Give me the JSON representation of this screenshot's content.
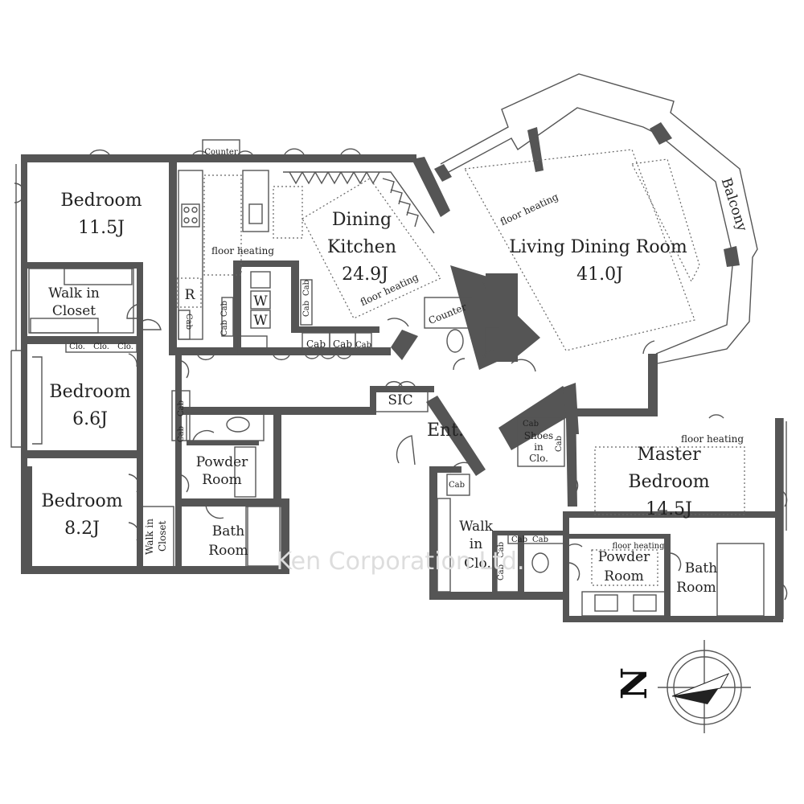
{
  "rooms": {
    "bedroom_a": {
      "name": "Bedroom",
      "size": "11.5J"
    },
    "walk_in_closet_a": {
      "line1": "Walk in",
      "line2": "Closet"
    },
    "bedroom_b": {
      "name": "Bedroom",
      "size": "6.6J"
    },
    "bedroom_c": {
      "name": "Bedroom",
      "size": "8.2J"
    },
    "walk_in_closet_b": {
      "line1": "Walk in",
      "line2": "Closet"
    },
    "powder_room_a": {
      "line1": "Powder",
      "line2": "Room"
    },
    "bath_room_a": {
      "line1": "Bath",
      "line2": "Room"
    },
    "dining_kitchen": {
      "line1": "Dining",
      "line2": "Kitchen",
      "size": "24.9J"
    },
    "living_dining_room": {
      "name": "Living Dining Room",
      "size": "41.0J"
    },
    "master_bedroom": {
      "line1": "Master",
      "line2": "Bedroom",
      "size": "14.5J"
    },
    "walk_in_clo": {
      "line1": "Walk",
      "line2": "in",
      "line3": "Clo."
    },
    "powder_room_b": {
      "line1": "Powder",
      "line2": "Room"
    },
    "bath_room_b": {
      "line1": "Bath",
      "line2": "Room"
    },
    "shoes_in_clo": {
      "line1": "Shoes",
      "line2": "in",
      "line3": "Clo."
    }
  },
  "labels": {
    "counter_top": "Counter",
    "counter_mid": "Counter",
    "floor_heating_kitchen": "floor heating",
    "floor_heating_dining": "floor heating",
    "floor_heating_living": "floor heating",
    "floor_heating_master": "floor heating",
    "floor_heating_powder": "floor heating",
    "balcony": "Balcony",
    "entrance": "Ent.",
    "sic": "SIC",
    "refrigerator": "R",
    "washer1": "W",
    "washer2": "W",
    "clo1": "Clo.",
    "clo2": "Clo.",
    "clo3": "Clo.",
    "cab": "Cab",
    "north": "N",
    "watermark": "Ken Corporation Ltd."
  },
  "colors": {
    "wall": "#555555",
    "line": "#555555",
    "text": "#222222",
    "watermark": "#dddddd"
  },
  "icons": [
    "compass-rose-icon",
    "toilet-icon",
    "stove-icon",
    "door-swing-icon",
    "bathtub-icon"
  ]
}
